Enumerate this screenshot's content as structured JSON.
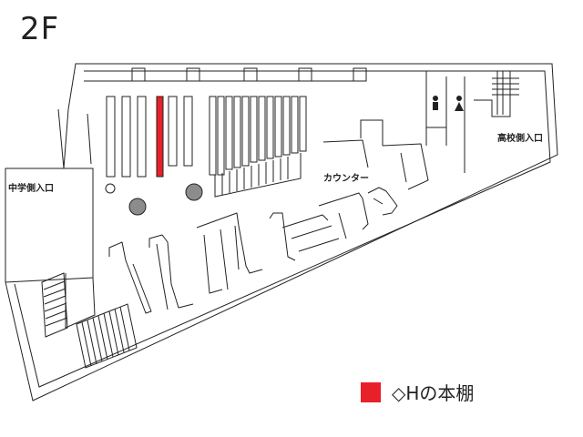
{
  "floor": {
    "label": "2F"
  },
  "labels": {
    "junior_high_entrance": "中学側入口",
    "high_school_entrance": "高校側入口",
    "counter": "カウンター"
  },
  "legend": {
    "text": "◇Hの本棚",
    "color": "#e8202a"
  },
  "colors": {
    "line": "#222222",
    "highlight": "#e8202a",
    "column": "#8c8c8c"
  },
  "icons": [
    "restroom-male-icon",
    "restroom-female-icon"
  ]
}
